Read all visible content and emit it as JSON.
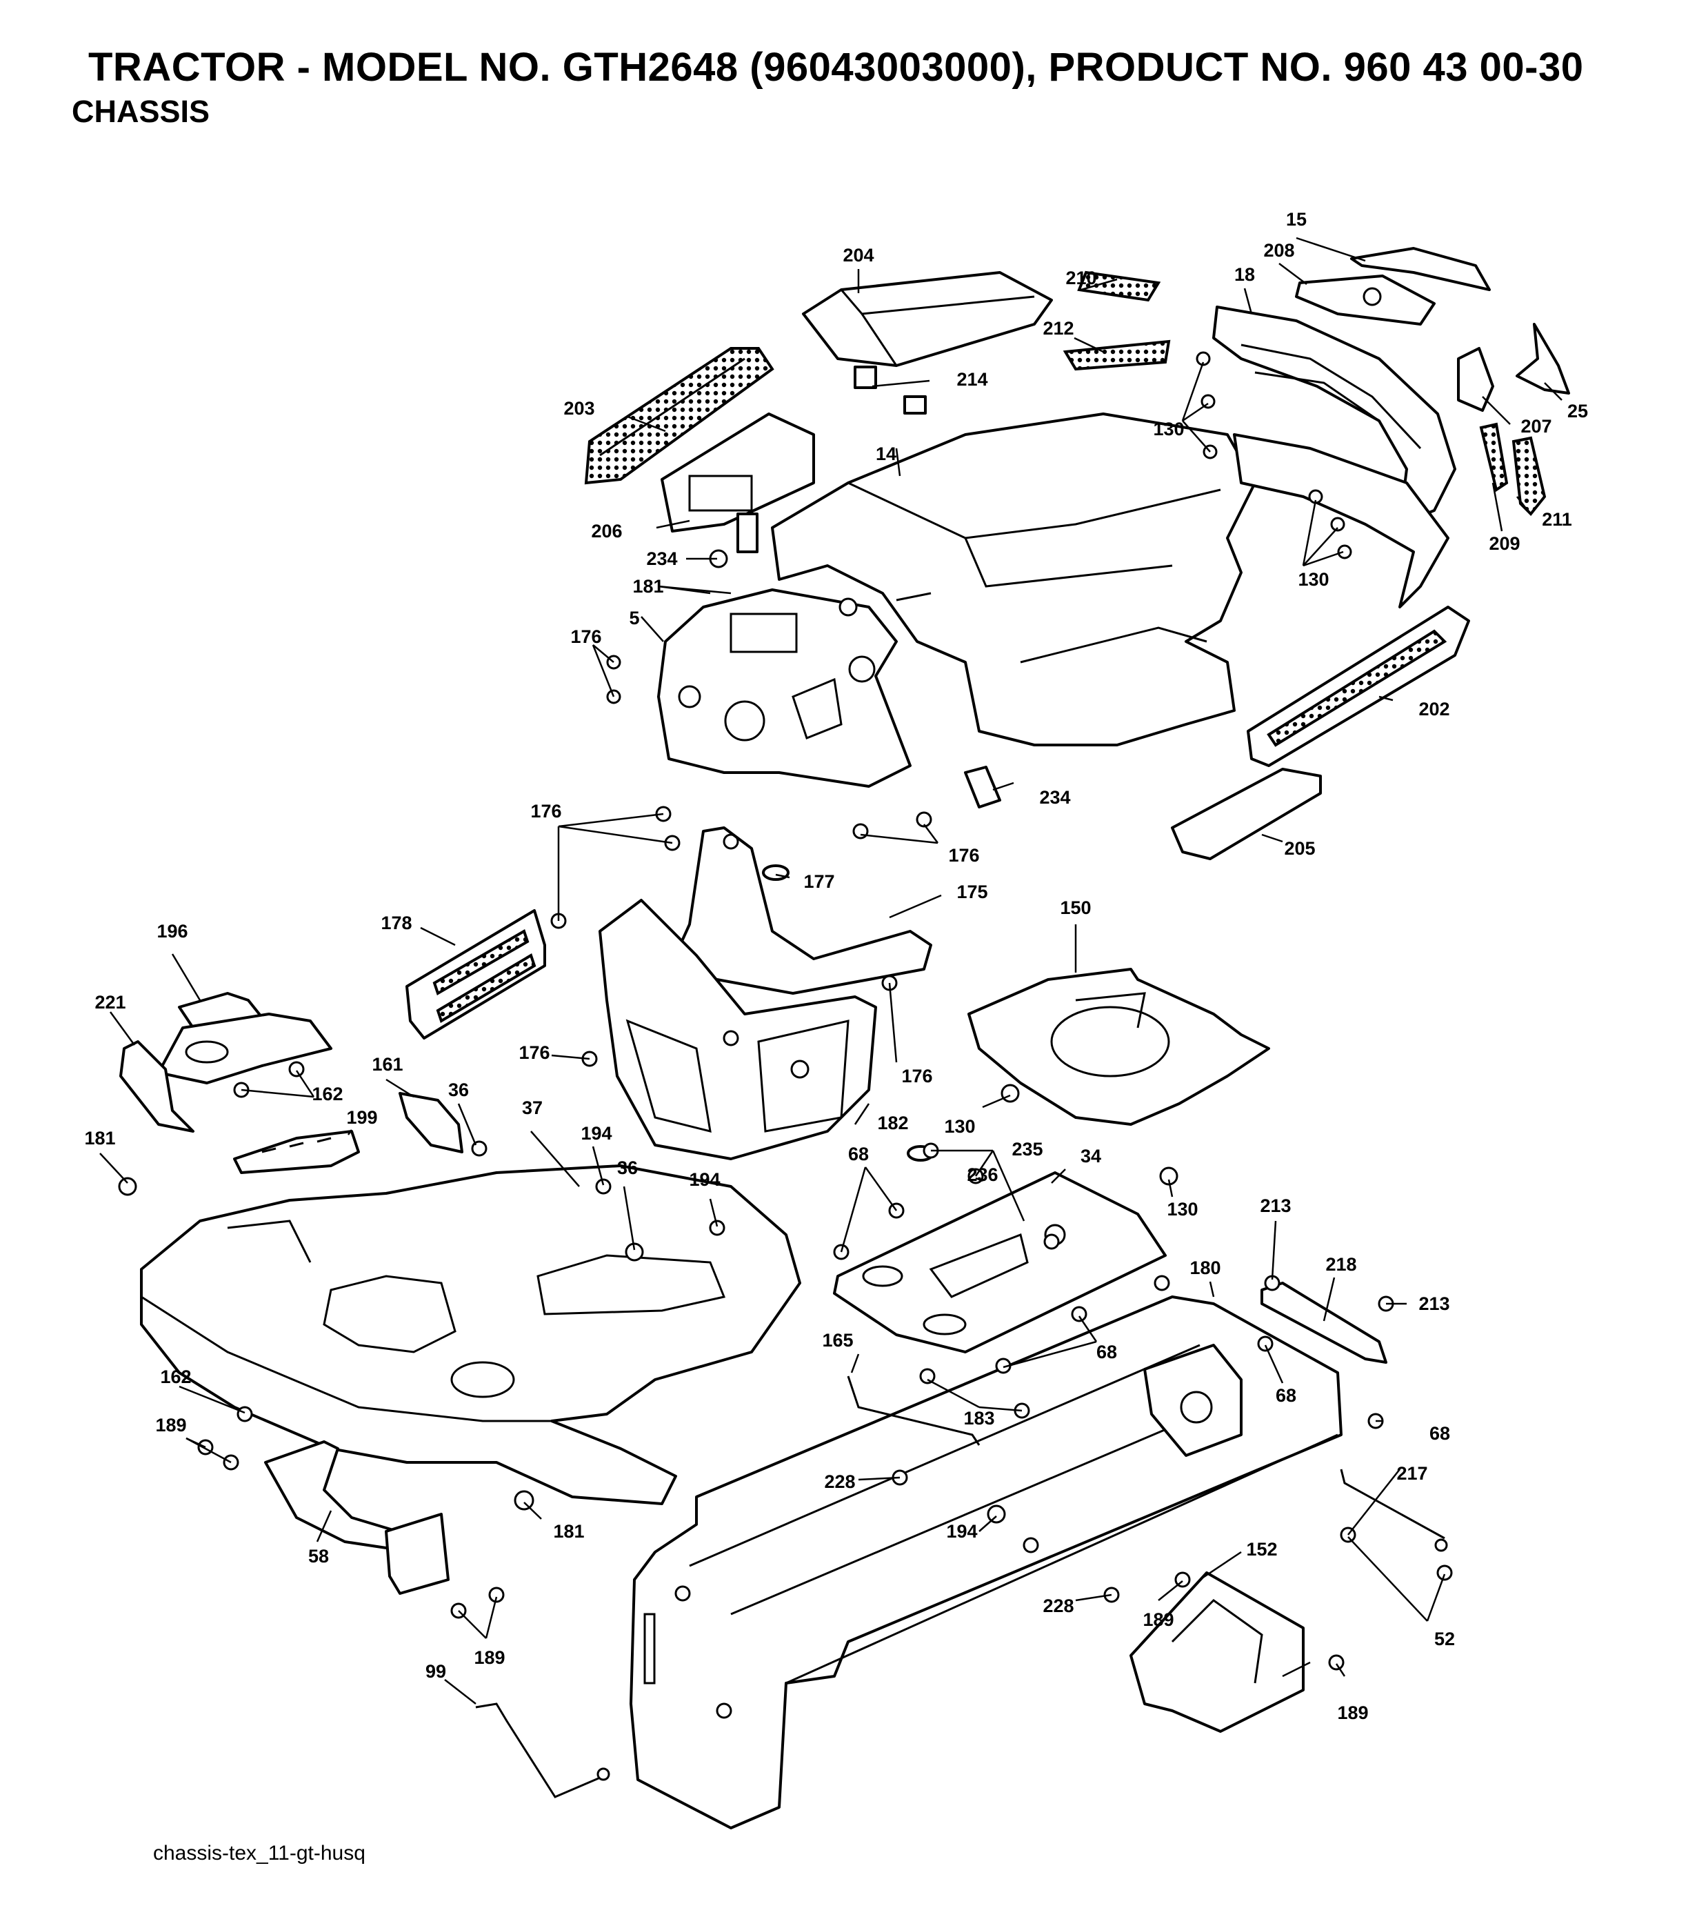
{
  "header": {
    "title": "TRACTOR -  MODEL NO. GTH2648 (96043003000), PRODUCT NO. 960 43 00-30",
    "subtitle": "CHASSIS"
  },
  "footer": {
    "drawing_id": "chassis-tex_11-gt-husq"
  },
  "parts": [
    {
      "id": "part-15",
      "label": "15"
    },
    {
      "id": "part-204",
      "label": "204"
    },
    {
      "id": "part-208",
      "label": "208"
    },
    {
      "id": "part-210",
      "label": "210"
    },
    {
      "id": "part-18",
      "label": "18"
    },
    {
      "id": "part-212",
      "label": "212"
    },
    {
      "id": "part-214",
      "label": "214"
    },
    {
      "id": "part-25",
      "label": "25"
    },
    {
      "id": "part-203",
      "label": "203"
    },
    {
      "id": "part-130a",
      "label": "130"
    },
    {
      "id": "part-207",
      "label": "207"
    },
    {
      "id": "part-14",
      "label": "14"
    },
    {
      "id": "part-206",
      "label": "206"
    },
    {
      "id": "part-211",
      "label": "211"
    },
    {
      "id": "part-209",
      "label": "209"
    },
    {
      "id": "part-234a",
      "label": "234"
    },
    {
      "id": "part-130b",
      "label": "130"
    },
    {
      "id": "part-181a",
      "label": "181"
    },
    {
      "id": "part-5",
      "label": "5"
    },
    {
      "id": "part-176a",
      "label": "176"
    },
    {
      "id": "part-202",
      "label": "202"
    },
    {
      "id": "part-234b",
      "label": "234"
    },
    {
      "id": "part-176b",
      "label": "176"
    },
    {
      "id": "part-176c",
      "label": "176"
    },
    {
      "id": "part-205",
      "label": "205"
    },
    {
      "id": "part-177",
      "label": "177"
    },
    {
      "id": "part-175",
      "label": "175"
    },
    {
      "id": "part-150",
      "label": "150"
    },
    {
      "id": "part-178",
      "label": "178"
    },
    {
      "id": "part-196",
      "label": "196"
    },
    {
      "id": "part-221",
      "label": "221"
    },
    {
      "id": "part-176d",
      "label": "176"
    },
    {
      "id": "part-176e",
      "label": "176"
    },
    {
      "id": "part-161",
      "label": "161"
    },
    {
      "id": "part-162a",
      "label": "162"
    },
    {
      "id": "part-36a",
      "label": "36"
    },
    {
      "id": "part-199",
      "label": "199"
    },
    {
      "id": "part-37",
      "label": "37"
    },
    {
      "id": "part-182",
      "label": "182"
    },
    {
      "id": "part-130c",
      "label": "130"
    },
    {
      "id": "part-181b",
      "label": "181"
    },
    {
      "id": "part-194a",
      "label": "194"
    },
    {
      "id": "part-36b",
      "label": "36"
    },
    {
      "id": "part-235",
      "label": "235"
    },
    {
      "id": "part-68a",
      "label": "68"
    },
    {
      "id": "part-34",
      "label": "34"
    },
    {
      "id": "part-236",
      "label": "236"
    },
    {
      "id": "part-194b",
      "label": "194"
    },
    {
      "id": "part-130d",
      "label": "130"
    },
    {
      "id": "part-213a",
      "label": "213"
    },
    {
      "id": "part-180",
      "label": "180"
    },
    {
      "id": "part-218",
      "label": "218"
    },
    {
      "id": "part-213b",
      "label": "213"
    },
    {
      "id": "part-165",
      "label": "165"
    },
    {
      "id": "part-68b",
      "label": "68"
    },
    {
      "id": "part-162b",
      "label": "162"
    },
    {
      "id": "part-68c",
      "label": "68"
    },
    {
      "id": "part-183",
      "label": "183"
    },
    {
      "id": "part-68d",
      "label": "68"
    },
    {
      "id": "part-189a",
      "label": "189"
    },
    {
      "id": "part-228a",
      "label": "228"
    },
    {
      "id": "part-217",
      "label": "217"
    },
    {
      "id": "part-181c",
      "label": "181"
    },
    {
      "id": "part-194c",
      "label": "194"
    },
    {
      "id": "part-58",
      "label": "58"
    },
    {
      "id": "part-152",
      "label": "152"
    },
    {
      "id": "part-228b",
      "label": "228"
    },
    {
      "id": "part-189b",
      "label": "189"
    },
    {
      "id": "part-52",
      "label": "52"
    },
    {
      "id": "part-189c",
      "label": "189"
    },
    {
      "id": "part-99",
      "label": "99"
    },
    {
      "id": "part-189d",
      "label": "189"
    }
  ]
}
